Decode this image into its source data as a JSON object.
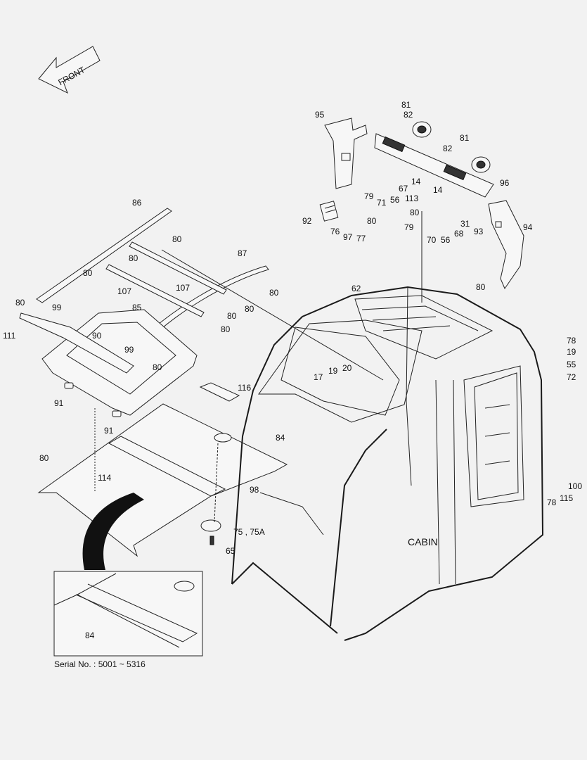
{
  "front_arrow_text": "FRONT",
  "cabin_label": "CABIN",
  "serial_note": "Serial No. : 5001 ~ 5316",
  "callouts": [
    {
      "id": "c95",
      "text": "95"
    },
    {
      "id": "c82a",
      "text": "82"
    },
    {
      "id": "c81a",
      "text": "81"
    },
    {
      "id": "c81b",
      "text": "81"
    },
    {
      "id": "c82b",
      "text": "82"
    },
    {
      "id": "c14a",
      "text": "14"
    },
    {
      "id": "c96",
      "text": "96"
    },
    {
      "id": "c79a",
      "text": "79"
    },
    {
      "id": "c67",
      "text": "67"
    },
    {
      "id": "c71",
      "text": "71"
    },
    {
      "id": "c56a",
      "text": "56"
    },
    {
      "id": "c113",
      "text": "113"
    },
    {
      "id": "c14b",
      "text": "14"
    },
    {
      "id": "c80a",
      "text": "80"
    },
    {
      "id": "c92",
      "text": "92"
    },
    {
      "id": "c76",
      "text": "76"
    },
    {
      "id": "c97",
      "text": "97"
    },
    {
      "id": "c77",
      "text": "77"
    },
    {
      "id": "c80b",
      "text": "80"
    },
    {
      "id": "c79b",
      "text": "79"
    },
    {
      "id": "c31",
      "text": "31"
    },
    {
      "id": "c68",
      "text": "68"
    },
    {
      "id": "c93",
      "text": "93"
    },
    {
      "id": "c94",
      "text": "94"
    },
    {
      "id": "c70",
      "text": "70"
    },
    {
      "id": "c56b",
      "text": "56"
    },
    {
      "id": "c80c",
      "text": "80"
    },
    {
      "id": "c86",
      "text": "86"
    },
    {
      "id": "c80d",
      "text": "80"
    },
    {
      "id": "c80e",
      "text": "80"
    },
    {
      "id": "c80f",
      "text": "80"
    },
    {
      "id": "c87",
      "text": "87"
    },
    {
      "id": "c107a",
      "text": "107"
    },
    {
      "id": "c107b",
      "text": "107"
    },
    {
      "id": "c80g",
      "text": "80"
    },
    {
      "id": "c80h",
      "text": "80"
    },
    {
      "id": "c99a",
      "text": "99"
    },
    {
      "id": "c85",
      "text": "85"
    },
    {
      "id": "c80i",
      "text": "80"
    },
    {
      "id": "c80j",
      "text": "80"
    },
    {
      "id": "c80k",
      "text": "80"
    },
    {
      "id": "c62",
      "text": "62"
    },
    {
      "id": "c111",
      "text": "111"
    },
    {
      "id": "c90",
      "text": "90"
    },
    {
      "id": "c99b",
      "text": "99"
    },
    {
      "id": "c80l",
      "text": "80"
    },
    {
      "id": "c17",
      "text": "17"
    },
    {
      "id": "c19a",
      "text": "19"
    },
    {
      "id": "c20",
      "text": "20"
    },
    {
      "id": "c78a",
      "text": "78"
    },
    {
      "id": "c19b",
      "text": "19"
    },
    {
      "id": "c55",
      "text": "55"
    },
    {
      "id": "c72",
      "text": "72"
    },
    {
      "id": "c116",
      "text": "116"
    },
    {
      "id": "c91a",
      "text": "91"
    },
    {
      "id": "c91b",
      "text": "91"
    },
    {
      "id": "c84a",
      "text": "84"
    },
    {
      "id": "c80m",
      "text": "80"
    },
    {
      "id": "c114",
      "text": "114"
    },
    {
      "id": "c98",
      "text": "98"
    },
    {
      "id": "c100",
      "text": "100"
    },
    {
      "id": "c78b",
      "text": "78"
    },
    {
      "id": "c115",
      "text": "115"
    },
    {
      "id": "c75",
      "text": "75 , 75A"
    },
    {
      "id": "c65",
      "text": "65"
    },
    {
      "id": "c84b",
      "text": "84"
    }
  ]
}
